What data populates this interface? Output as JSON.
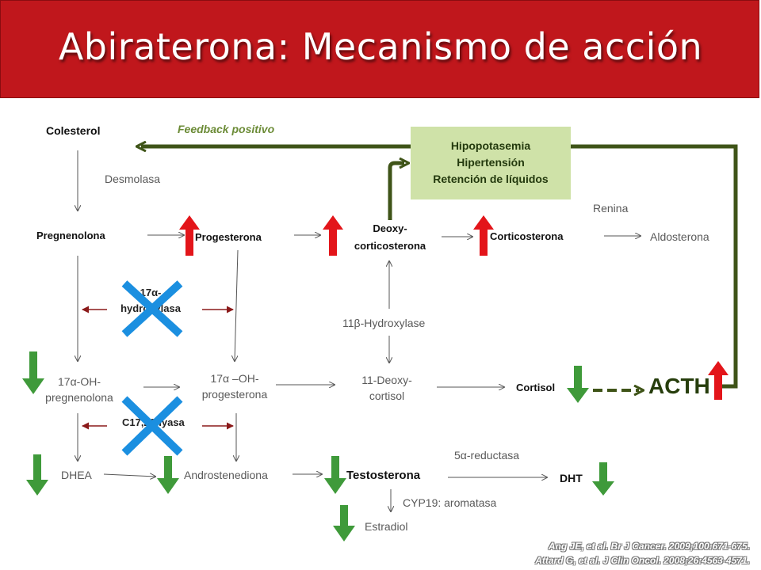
{
  "title": "Abiraterona: Mecanismo de acción",
  "labels": {
    "colesterol": "Colesterol",
    "feedback": "Feedback positivo",
    "desmolasa": "Desmolasa",
    "pregnenolona": "Pregnenolona",
    "progesterona": "Progesterona",
    "deoxy_cortico_1": "Deoxy-",
    "deoxy_cortico_2": "corticosterona",
    "corticosterona": "Corticosterona",
    "aldosterona": "Aldosterona",
    "renina": "Renina",
    "hydroxylasa_1": "17α-",
    "hydroxylasa_2": "hydroxylasa",
    "hydroxylase_11b": "11β-Hydroxylase",
    "oh_preg_1": "17α-OH-",
    "oh_preg_2": "pregnenolona",
    "oh_prog_1": "17α –OH-",
    "oh_prog_2": "progesterona",
    "deoxycortisol_1": "11-Deoxy-",
    "deoxycortisol_2": "cortisol",
    "cortisol": "Cortisol",
    "acth": "ACTH",
    "c1720": "C17,20-lyasa",
    "dhea": "DHEA",
    "androstenediona": "Androstenediona",
    "testosterona": "Testosterona",
    "reductasa": "5α-reductasa",
    "dht": "DHT",
    "cyp19": "CYP19: aromatasa",
    "estradiol": "Estradiol"
  },
  "effects_box": {
    "line1": "Hipopotasemia",
    "line2": "Hipertensión",
    "line3": "Retención de líquidos"
  },
  "references": [
    "Ang JE, et al. Br J Cancer. 2009;100:671-675.",
    "Attard G, et al. J Clin Oncol. 2008;26:4563-4571."
  ],
  "colors": {
    "header": "#c0171c",
    "increase_arrow": "#e3151a",
    "decrease_arrow": "#3f9a3a",
    "block_x": "#1b8fe0",
    "feedback_line": "#3f5418",
    "inhibit_arrow": "#8b1a1a"
  }
}
